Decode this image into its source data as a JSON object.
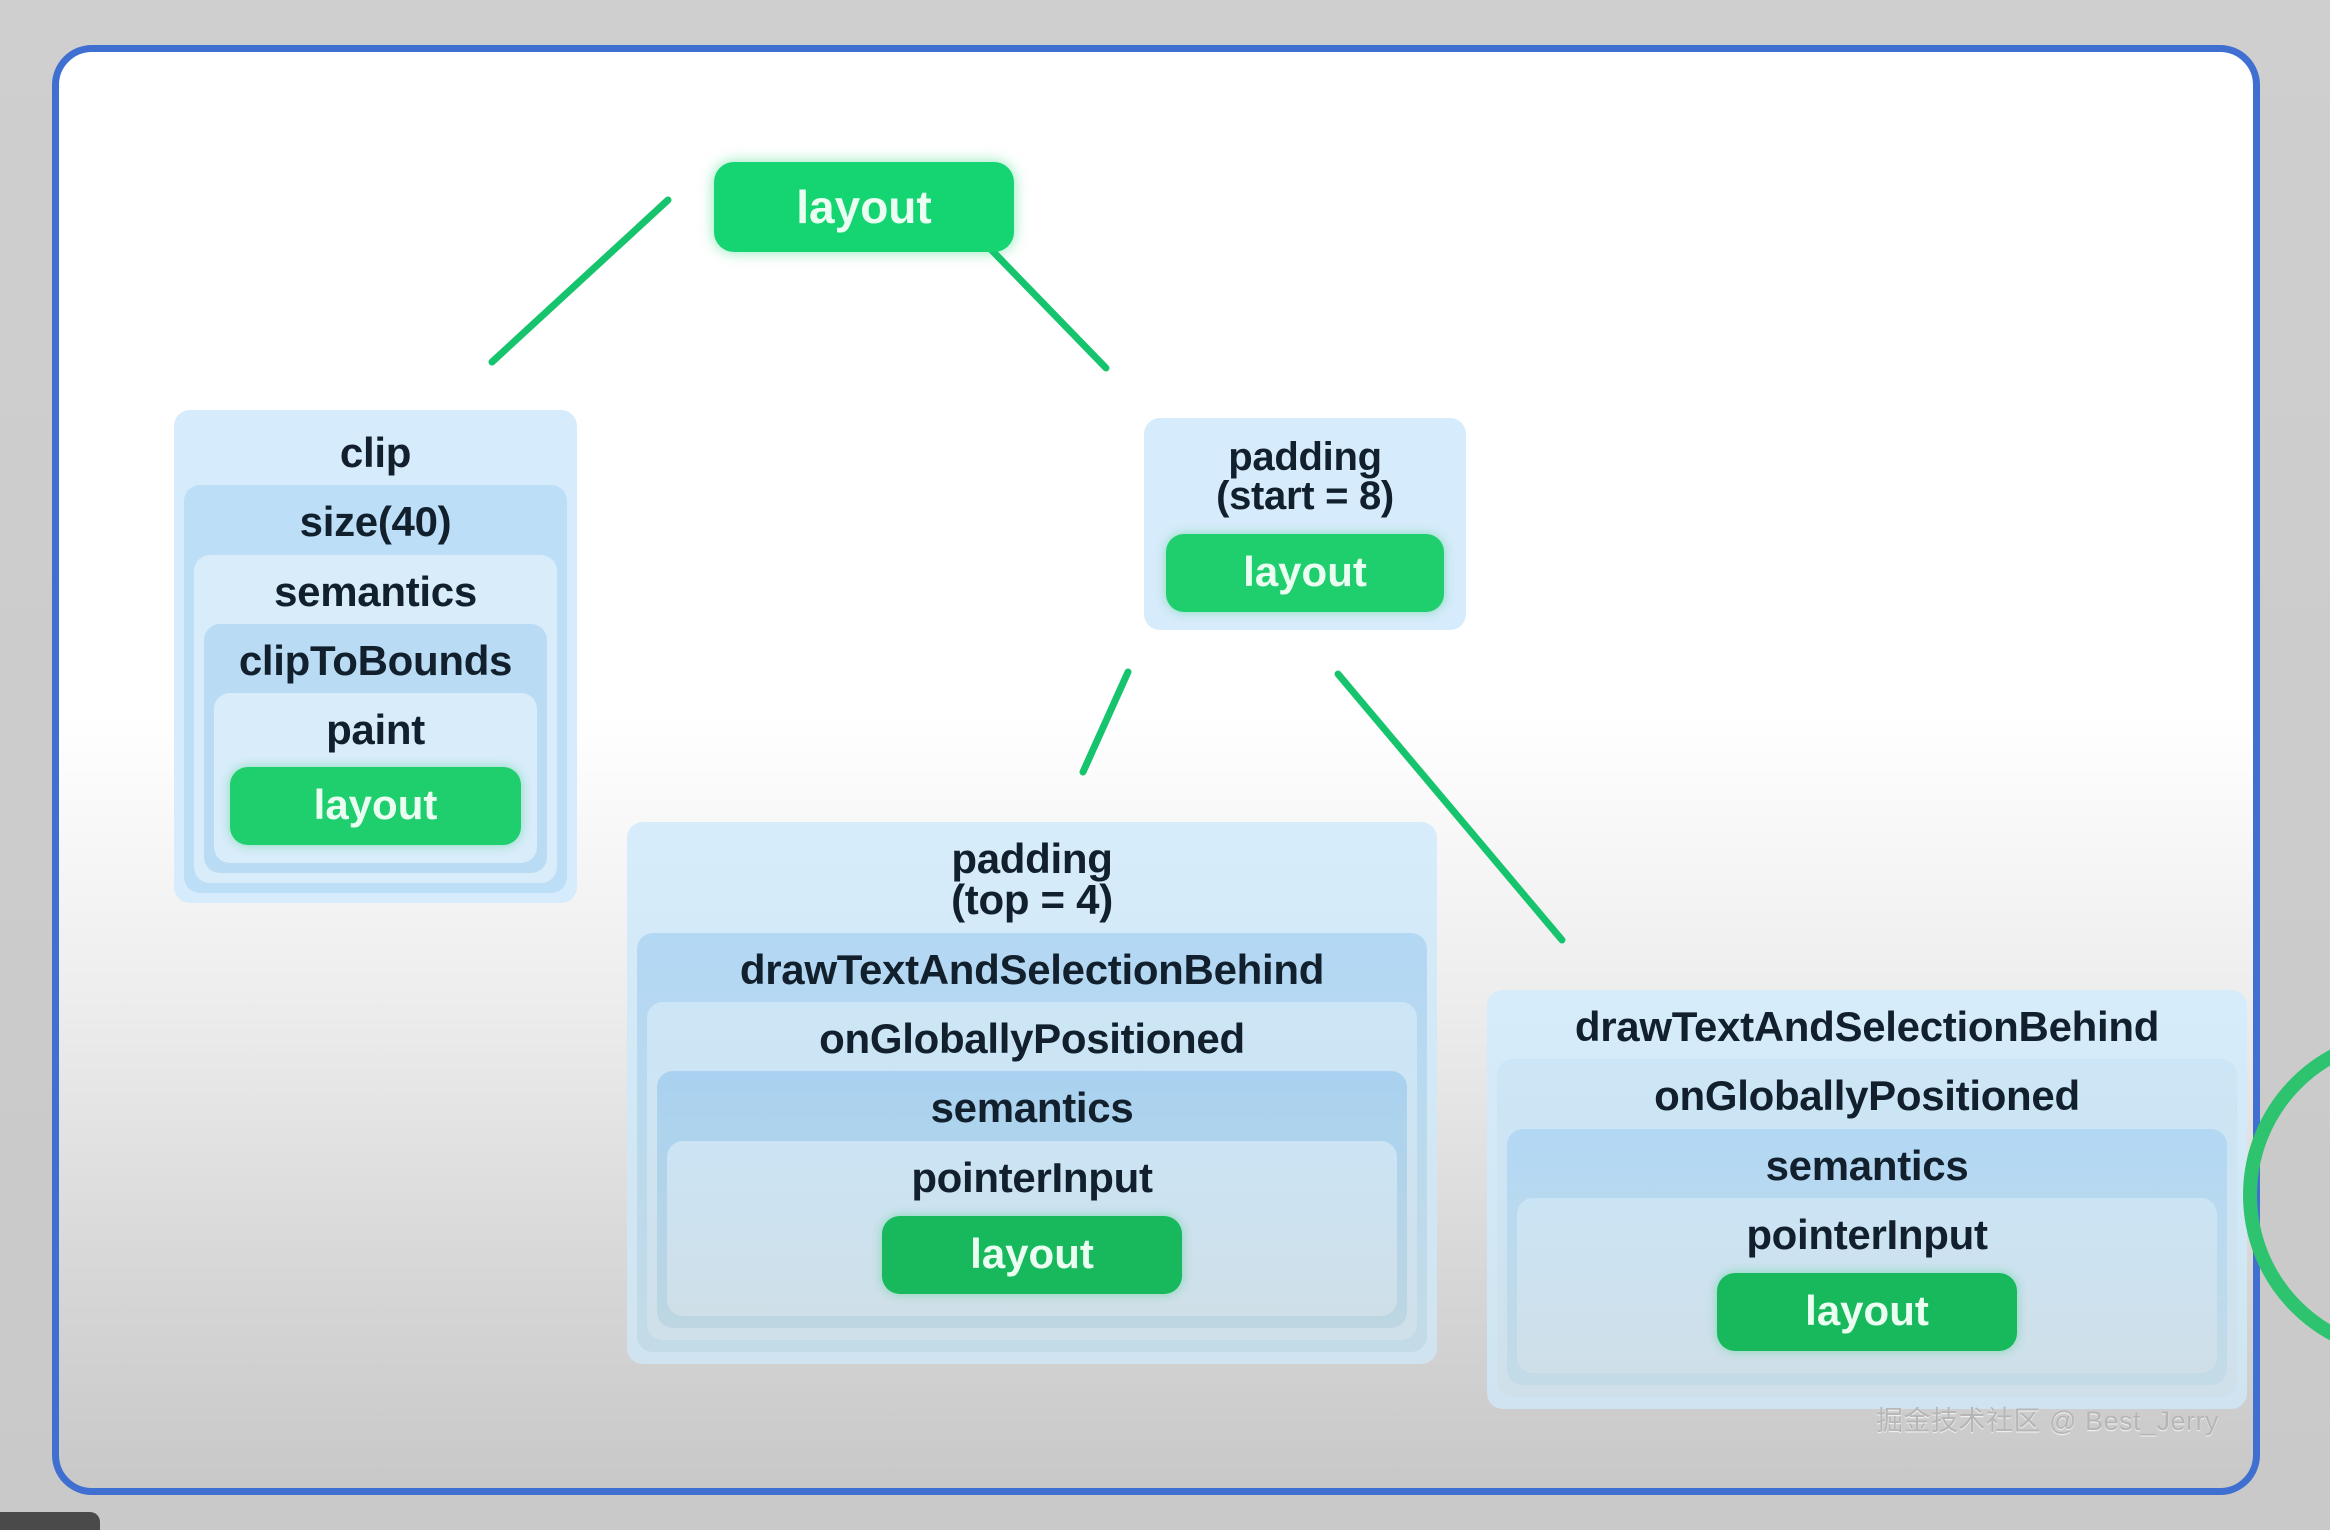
{
  "slide": {
    "border_color": "#3f6fd1",
    "accent_green": "#1fce6d",
    "node_blue": "#d6ebfb"
  },
  "tree": {
    "root": {
      "label": "layout"
    },
    "clip_stack": {
      "levels": [
        {
          "label": "clip"
        },
        {
          "label": "size(40)"
        },
        {
          "label": "semantics"
        },
        {
          "label": "clipToBounds"
        },
        {
          "label": "paint"
        },
        {
          "label": "layout"
        }
      ]
    },
    "padding_start_node": {
      "levels": [
        {
          "line1": "padding",
          "line2": "(start = 8)"
        },
        {
          "label": "layout"
        }
      ]
    },
    "padding_top_stack": {
      "levels": [
        {
          "line1": "padding",
          "line2": "(top = 4)"
        },
        {
          "label": "drawTextAndSelectionBehind"
        },
        {
          "label": "onGloballyPositioned"
        },
        {
          "label": "semantics"
        },
        {
          "label": "pointerInput"
        },
        {
          "label": "layout"
        }
      ]
    },
    "draw_stack": {
      "levels": [
        {
          "label": "drawTextAndSelectionBehind"
        },
        {
          "label": "onGloballyPositioned"
        },
        {
          "label": "semantics"
        },
        {
          "label": "pointerInput"
        },
        {
          "label": "layout"
        }
      ]
    }
  },
  "watermark": {
    "text": "掘金技术社区 @ Best_Jerry"
  }
}
